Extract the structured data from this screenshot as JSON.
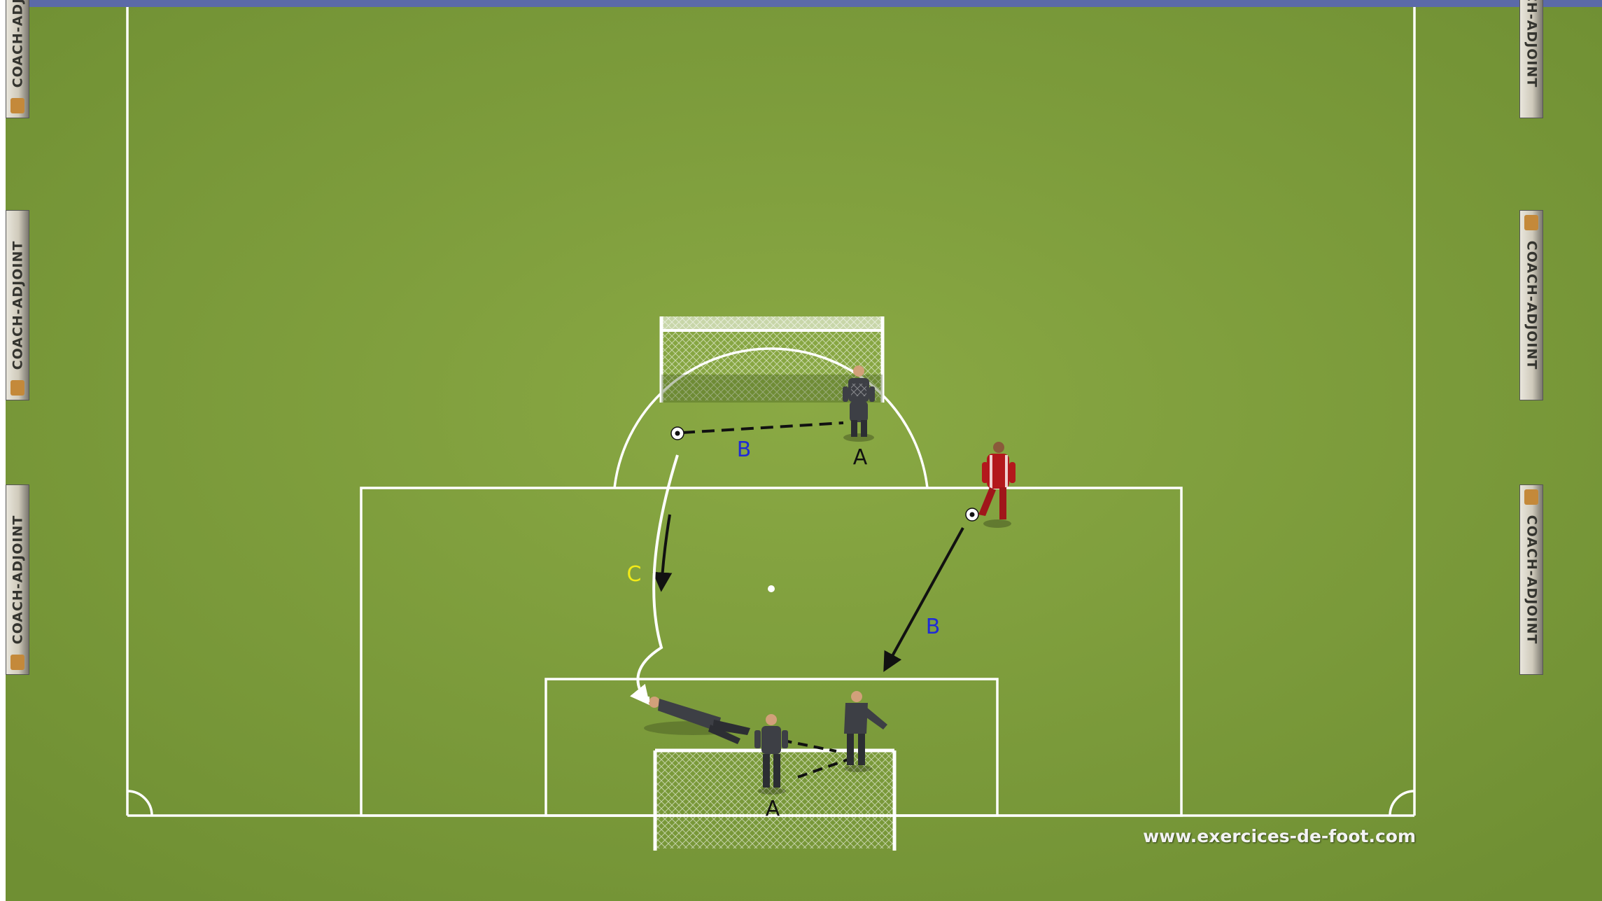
{
  "diagram": {
    "labels": {
      "a_top": "A",
      "b_top": "B",
      "b_right": "B",
      "c_left": "C",
      "a_bottom": "A"
    },
    "label_colors": {
      "a": "#111111",
      "b": "#1f2bd6",
      "c": "#f2ea18"
    },
    "pitch_color": "#7e9d3c",
    "line_color": "#ffffff",
    "coach_color": "#b3181c",
    "goalkeeper_color": "#3d3f45"
  },
  "boards": {
    "left": [
      "COACH-ADJOINT",
      "COACH-ADJOINT",
      "COACH-ADJOINT"
    ],
    "right": [
      "COACH-ADJOINT",
      "COACH-ADJOINT",
      "COACH-ADJOINT"
    ]
  },
  "watermark": "www.exercices-de-foot.com"
}
